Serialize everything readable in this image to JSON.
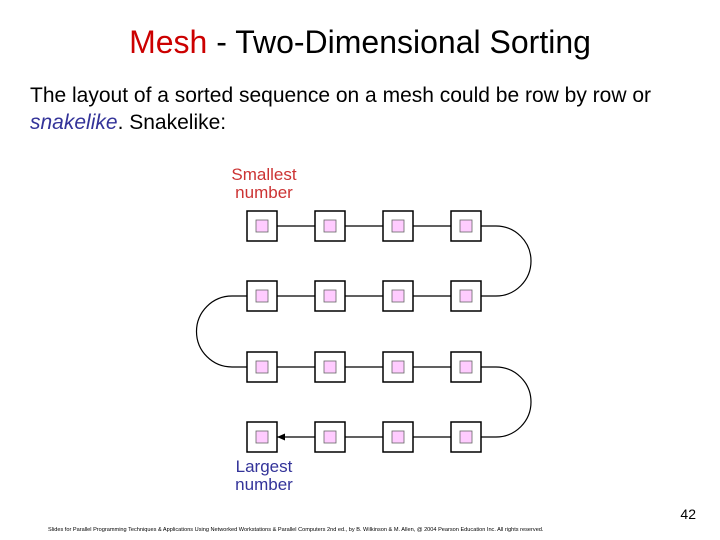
{
  "title": {
    "accent": "Mesh",
    "rest": " - Two-Dimensional Sorting"
  },
  "body": {
    "line_prefix": "The layout of a sorted sequence on a mesh could be row by row or ",
    "emphasis": "snakelike",
    "line_suffix": ". Snakelike:"
  },
  "diagram": {
    "smallest_label": "Smallest number",
    "largest_label": "Largest number",
    "rows": 4,
    "cols": 4,
    "node_fill": "#ffccff",
    "node_inner_fill": "#ff99ff",
    "label_color": "#333399",
    "smallest_label_color": "#cc3333"
  },
  "page_number": "42",
  "footer": "Slides for Parallel Programming Techniques & Applications Using Networked Workstations & Parallel Computers 2nd ed., by B. Wilkinson & M. Allen, @ 2004 Pearson Education Inc. All rights reserved."
}
